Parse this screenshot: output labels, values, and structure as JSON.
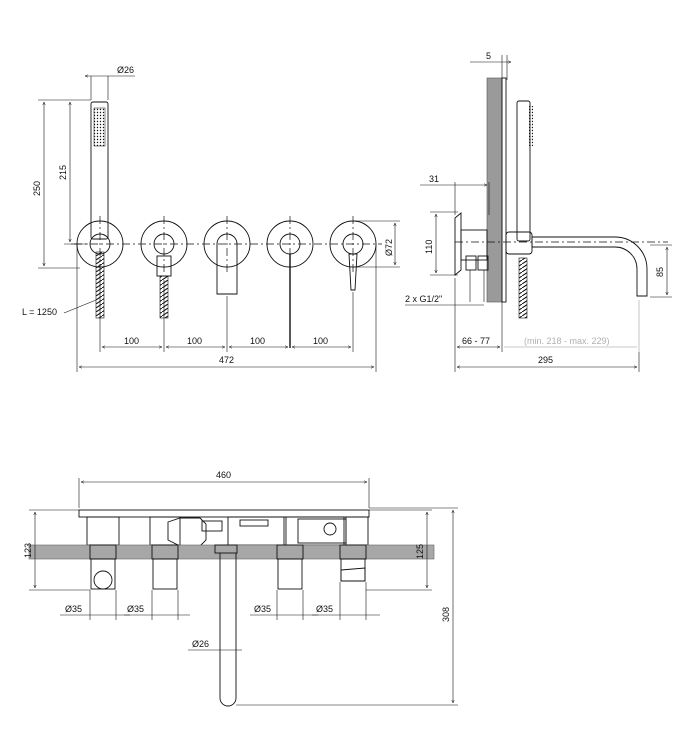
{
  "front_view": {
    "hand_shower_diameter": "Ø26",
    "total_height": "250",
    "shower_height": "215",
    "hose_length": "L = 1250",
    "spacings": [
      "100",
      "100",
      "100",
      "100"
    ],
    "total_width": "472",
    "rosette_diameter": "Ø72"
  },
  "side_view": {
    "plate": "5",
    "offset": "31",
    "height": "110",
    "connection": "2 x G1/2\"",
    "depth_range": "66 - 77",
    "wall_range": "(min. 218 - max. 229)",
    "spout_length": "295",
    "spout_height": "85"
  },
  "bottom_view": {
    "total_width": "460",
    "body_height": "123",
    "right_height": "125",
    "total_depth": "308",
    "handle_diameters": [
      "Ø35",
      "Ø35",
      "Ø35",
      "Ø35"
    ],
    "spout_diameter": "Ø26"
  }
}
